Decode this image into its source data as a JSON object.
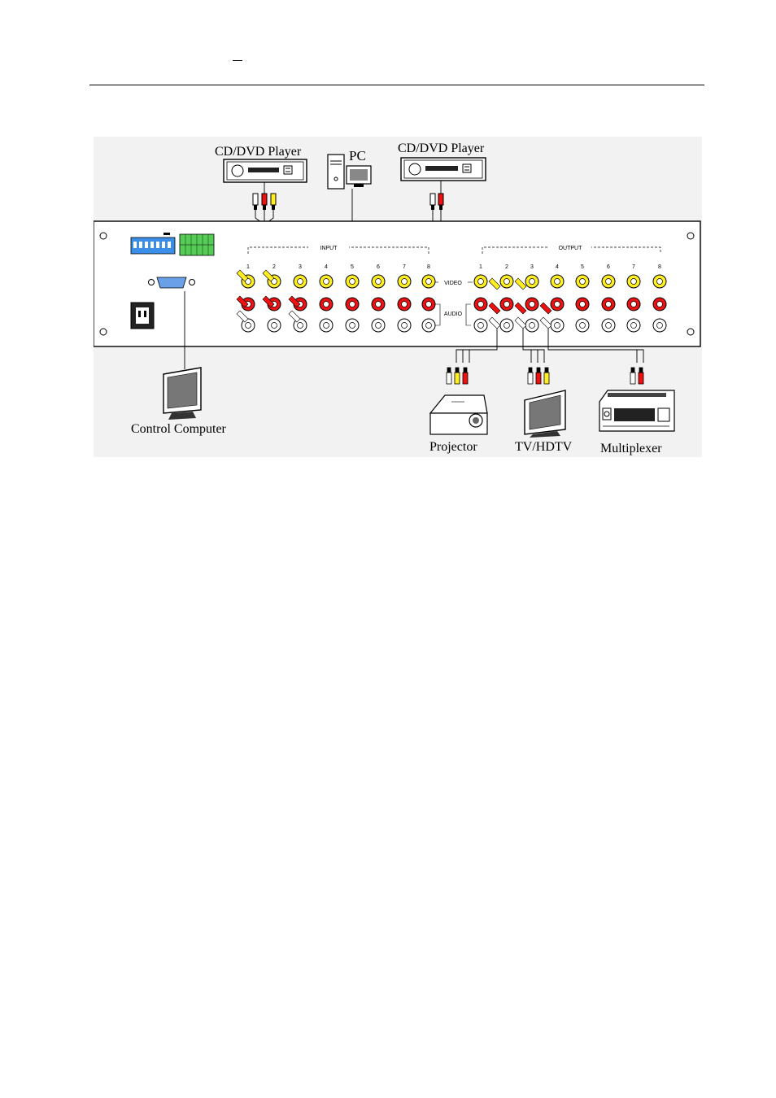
{
  "header": {
    "mark": "—"
  },
  "diagram": {
    "sources": {
      "dvd1": "CD/DVD Player",
      "pc": "PC",
      "dvd2": "CD/DVD Player"
    },
    "panel": {
      "input_label": "INPUT",
      "output_label": "OUTPUT",
      "video_label": "VIDEO",
      "audio_label": "AUDIO",
      "channel_numbers": [
        "1",
        "2",
        "3",
        "4",
        "5",
        "6",
        "7",
        "8"
      ]
    },
    "sinks": {
      "control_computer": "Control Computer",
      "projector": "Projector",
      "tv": "TV/HDTV",
      "multiplexer": "Multiplexer"
    },
    "colors": {
      "video": "#ffee22",
      "audio_red": "#ee1111",
      "dip": "#3a8ee8",
      "terminal": "#55cc55",
      "background": "#f2f2f2"
    }
  }
}
